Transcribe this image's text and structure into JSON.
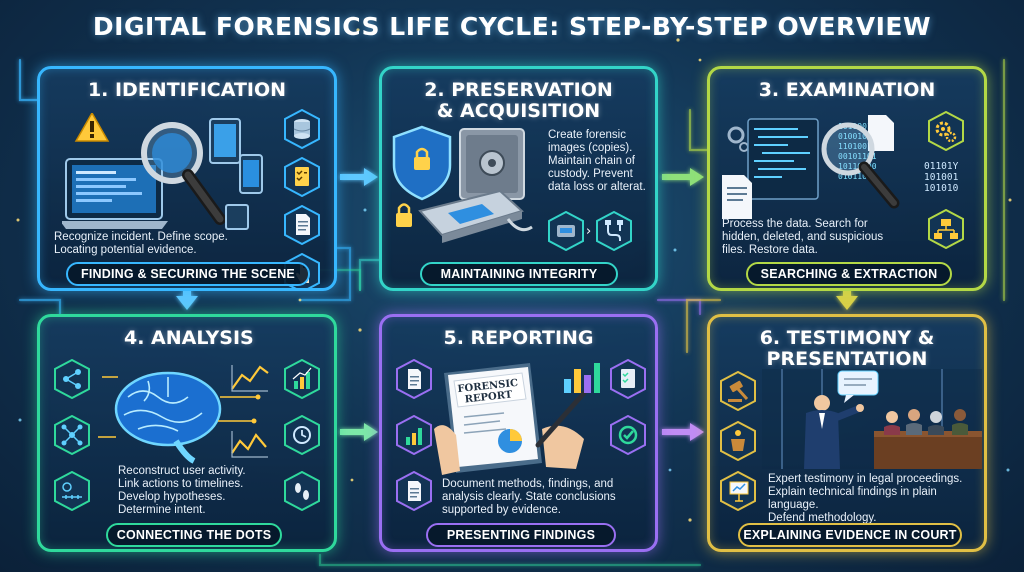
{
  "title": "DIGITAL FORENSICS LIFE CYCLE: STEP-BY-STEP OVERVIEW",
  "colors": {
    "identification": "#37b7ff",
    "preservation": "#33d4c8",
    "examination": "#b3d846",
    "analysis": "#2fd99c",
    "reporting": "#9a6ff2",
    "testimony": "#e0bf45"
  },
  "steps": [
    {
      "title_lines": [
        "1. IDENTIFICATION"
      ],
      "description_lines": [
        "Recognize incident. Define scope.",
        "Locating potential evidence."
      ],
      "footer": "FINDING & SECURING THE SCENE",
      "icons": [
        "server-icon",
        "checklist-icon",
        "document-icon",
        "touch-icon"
      ]
    },
    {
      "title_lines": [
        "2. PRESERVATION",
        "& ACQUISITION"
      ],
      "description_lines": [
        "Create forensic",
        "images (copies).",
        "Maintain chain of",
        "custody. Prevent",
        "data loss or alterat."
      ],
      "footer": "MAINTAINING INTEGRITY",
      "icons": [
        "drive-icon",
        "cable-icon"
      ]
    },
    {
      "title_lines": [
        "3. EXAMINATION"
      ],
      "description_lines": [
        "Process the data. Search for",
        "hidden, deleted, and suspicious",
        "files. Restore data."
      ],
      "footer": "SEARCHING & EXTRACTION",
      "binary_lines": [
        "01101Y",
        "101001",
        "101010"
      ],
      "icons": [
        "gears-icon",
        "binary-icon",
        "folder-tree-icon"
      ]
    },
    {
      "title_lines": [
        "4. ANALYSIS"
      ],
      "description_lines": [
        "Reconstruct user activity.",
        "Link actions to timelines.",
        "Develop hypotheses.",
        "Determine intent."
      ],
      "footer": "CONNECTING THE DOTS",
      "icons": [
        "share-icon",
        "network-icon",
        "timeline-icon",
        "bar-chart-icon",
        "clock-icon",
        "footprints-icon"
      ]
    },
    {
      "title_lines": [
        "5. REPORTING"
      ],
      "report_text": [
        "FORENSIC",
        "REPORT"
      ],
      "description_lines": [
        "Document methods, findings, and",
        "analysis clearly. State conclusions",
        "supported by evidence."
      ],
      "footer": "PRESENTING FINDINGS",
      "icons": [
        "report-doc-icon",
        "bar-chart-icon",
        "checklist-icon",
        "check-icon",
        "document-icon"
      ]
    },
    {
      "title_lines": [
        "6. TESTIMONY &",
        "PRESENTATION"
      ],
      "description_lines": [
        "Expert testimony in legal proceedings.",
        "Explain technical findings in plain language.",
        "Defend methodology."
      ],
      "footer": "EXPLAINING EVIDENCE IN COURT",
      "icons": [
        "gavel-icon",
        "podium-icon",
        "presentation-icon"
      ]
    }
  ]
}
